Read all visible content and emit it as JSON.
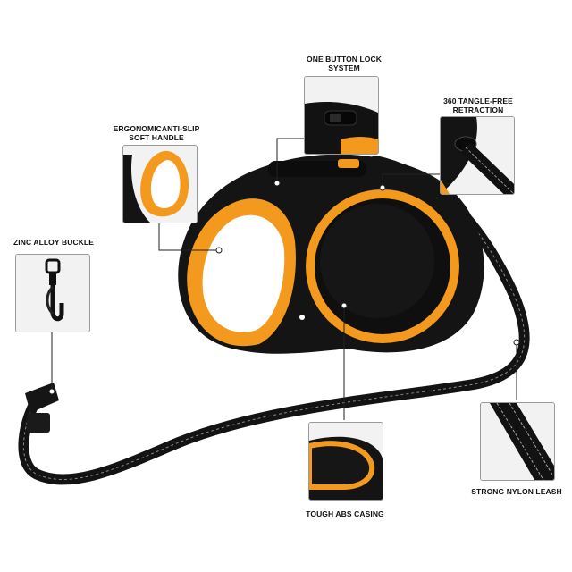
{
  "callouts": {
    "lock": {
      "line1": "ONE BUTTON LOCK",
      "line2": "SYSTEM",
      "icon": "lock-button-detail"
    },
    "handle": {
      "line1": "ERGONOMICANTI-SLIP",
      "line2": "SOFT HANDLE",
      "icon": "soft-handle-detail"
    },
    "retraction": {
      "line1": "360 TANGLE-FREE",
      "line2": "RETRACTION",
      "icon": "leash-exit-detail"
    },
    "buckle": {
      "line1": "ZINC ALLOY BUCKLE",
      "icon": "clip-detail"
    },
    "casing": {
      "line1": "TOUGH ABS CASING",
      "icon": "casing-detail"
    },
    "leash": {
      "line1": "STRONG NYLON LEASH",
      "icon": "nylon-strap-detail"
    }
  },
  "colors": {
    "accent": "#f39a1e",
    "body": "#121212",
    "background": "#ffffff",
    "stitch": "#8a8a8a"
  }
}
